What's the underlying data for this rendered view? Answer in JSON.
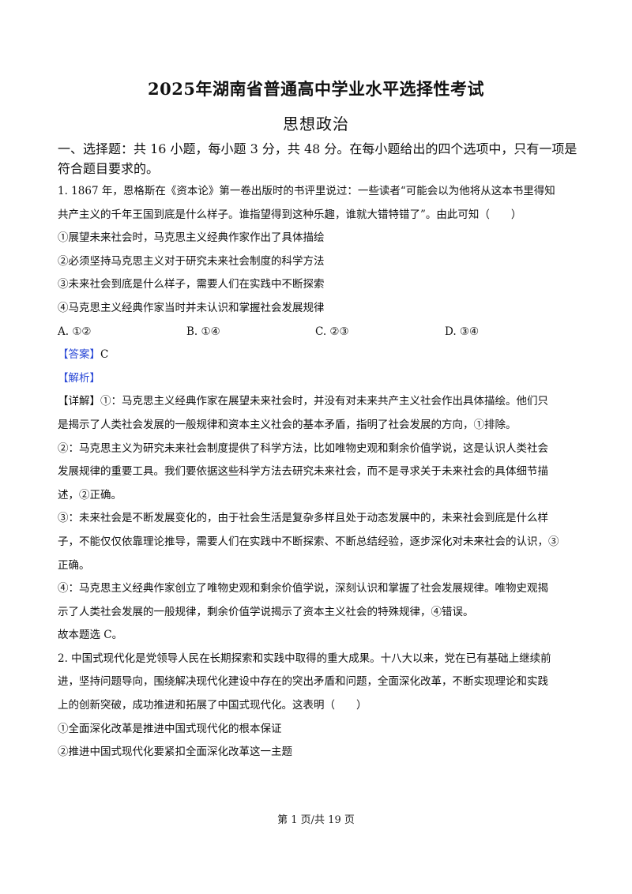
{
  "header": {
    "title": "2025年湖南省普通高中学业水平选择性考试",
    "subject": "思想政治"
  },
  "section": {
    "line1": "一、选择题：共 16 小题，每小题 3 分，共 48 分。在每小题给出的四个选项中，只有一项是",
    "line2": "符合题目要求的。"
  },
  "q1": {
    "stem1": "1. 1867 年，恩格斯在《资本论》第一卷出版时的书评里说过：一些读者“可能会以为他将从这本书里得知",
    "stem2": "共产主义的千年王国到底是什么样子。谁指望得到这种乐趣，谁就大错特错了”。由此可知（　　）",
    "items": [
      "①展望未来社会时，马克思主义经典作家作出了具体描绘",
      "②必须坚持马克思主义对于研究未来社会制度的科学方法",
      "③未来社会到底是什么样子，需要人们在实践中不断探索",
      "④马克思主义经典作家当时并未认识和掌握社会发展规律"
    ],
    "options": {
      "a": "A. ①②",
      "b": "B. ①④",
      "c": "C. ②③",
      "d": "D. ③④"
    },
    "answer_tag": "【答案】",
    "answer_value": "C",
    "analysis_tag": "【解析】",
    "detail_tag": "【详解】",
    "detail_lines": [
      "①：马克思主义经典作家在展望未来社会时，并没有对未来共产主义社会作出具体描绘。他们只",
      "是揭示了人类社会发展的一般规律和资本主义社会的基本矛盾，指明了社会发展的方向，①排除。",
      "②：马克思主义为研究未来社会制度提供了科学方法，比如唯物史观和剩余价值学说，这是认识人类社会",
      "发展规律的重要工具。我们要依据这些科学方法去研究未来社会，而不是寻求关于未来社会的具体细节描",
      "述，②正确。",
      "③：未来社会是不断发展变化的，由于社会生活是复杂多样且处于动态发展中的，未来社会到底是什么样",
      "子，不能仅仅依靠理论推导，需要人们在实践中不断探索、不断总结经验，逐步深化对未来社会的认识，③",
      "正确。",
      "④：马克思主义经典作家创立了唯物史观和剩余价值学说，深刻认识和掌握了社会发展规律。唯物史观揭",
      "示了人类社会发展的一般规律，剩余价值学说揭示了资本主义社会的特殊规律，④错误。",
      "故本题选  C。"
    ]
  },
  "q2": {
    "stem_lines": [
      "2. 中国式现代化是党领导人民在长期探索和实践中取得的重大成果。十八大以来，党在已有基础上继续前",
      "进，坚持问题导向，围绕解决现代化建设中存在的突出矛盾和问题，全面深化改革，不断实现理论和实践",
      "上的创新突破，成功推进和拓展了中国式现代化。这表明（　　）"
    ],
    "items": [
      "①全面深化改革是推进中国式现代化的根本保证",
      "②推进中国式现代化要紧扣全面深化改革这一主题"
    ]
  },
  "footer": {
    "page_label": "第 1 页/共 19 页"
  },
  "colors": {
    "tag_blue": "#2d4bd7",
    "text": "#111111"
  }
}
